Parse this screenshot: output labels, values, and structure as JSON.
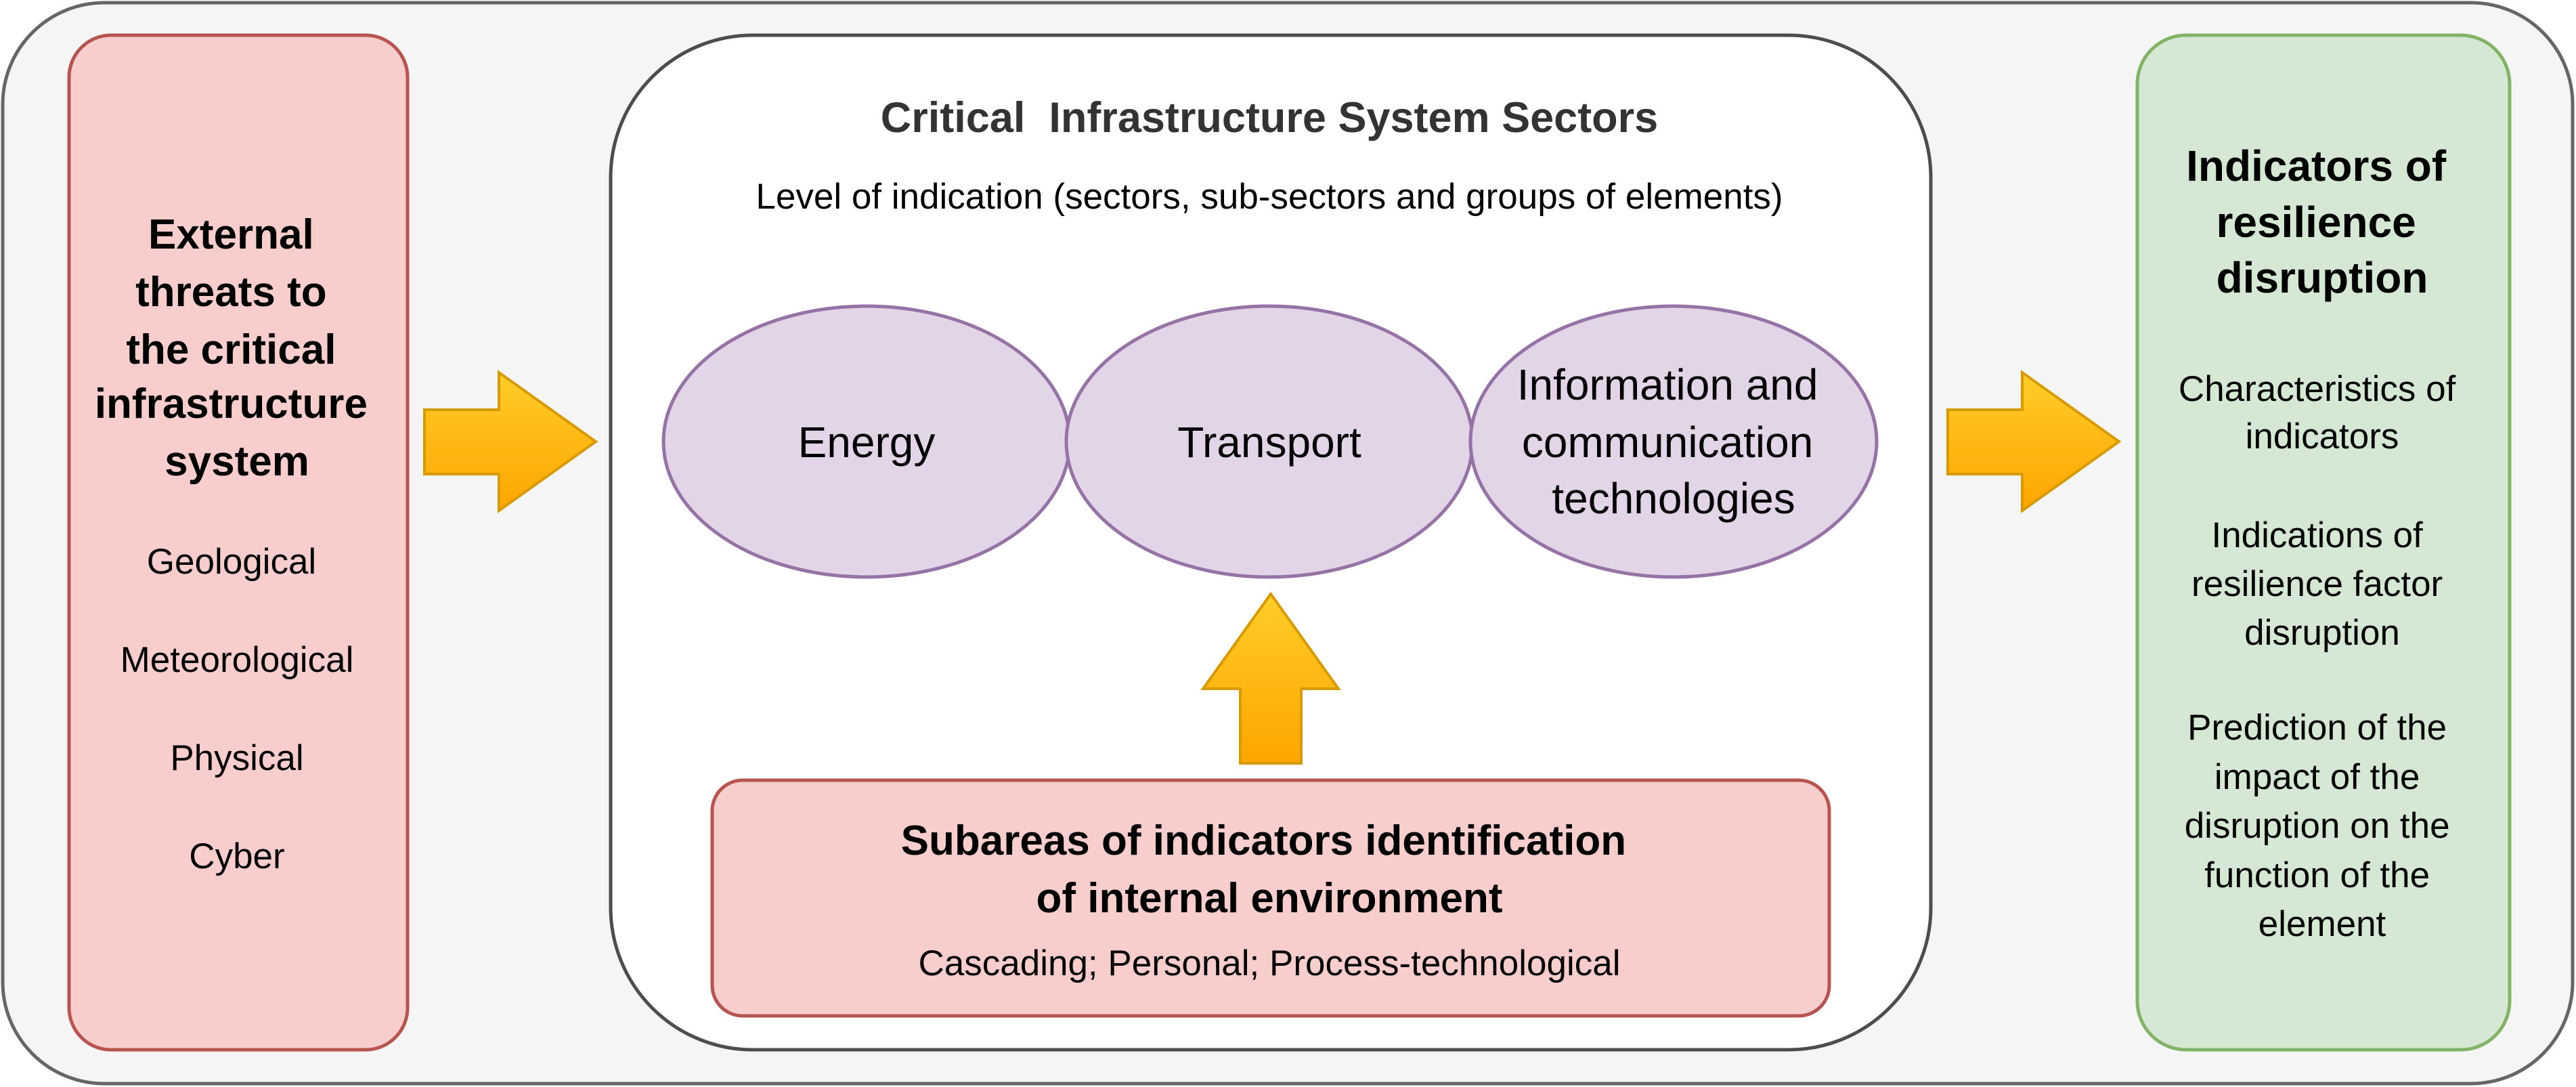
{
  "left_panel": {
    "title_lines": [
      "External",
      "threats to",
      "the critical",
      "infrastructure",
      "system"
    ],
    "items": [
      "Geological",
      "Meteorological",
      "Physical",
      "Cyber"
    ]
  },
  "center_panel": {
    "title": "Critical  Infrastructure System Sectors",
    "subtitle": "Level of indication (sectors, sub-sectors and groups of elements)",
    "sectors": [
      {
        "lines": [
          "Energy"
        ]
      },
      {
        "lines": [
          "Transport"
        ]
      },
      {
        "lines": [
          "Information and",
          "communication",
          "technologies"
        ]
      }
    ],
    "subareas": {
      "title_lines": [
        "Subareas of indicators identification",
        "of internal environment"
      ],
      "items": "Cascading; Personal; Process-technological"
    }
  },
  "right_panel": {
    "title_lines": [
      "Indicators of",
      "resilience",
      "disruption"
    ],
    "groups": [
      {
        "lines": [
          "Characteristics of",
          "indicators"
        ]
      },
      {
        "lines": [
          "Indications of",
          "resilience factor",
          "disruption"
        ]
      },
      {
        "lines": [
          "Prediction of the",
          "impact of the",
          "disruption on the",
          "function of the",
          "element"
        ]
      }
    ]
  },
  "colors": {
    "outer_fill": "#f5f5f5",
    "outer_stroke": "#666666",
    "red_fill": "#f8cecc",
    "red_stroke": "#b85450",
    "green_fill": "#d5e8d4",
    "green_stroke": "#82b366",
    "purple_fill": "#e1d5e7",
    "purple_stroke": "#9673a6",
    "arrow_light": "#ffcd28",
    "arrow_dark": "#ffa500",
    "arrow_stroke": "#d79b00",
    "title_text": "#333333"
  }
}
